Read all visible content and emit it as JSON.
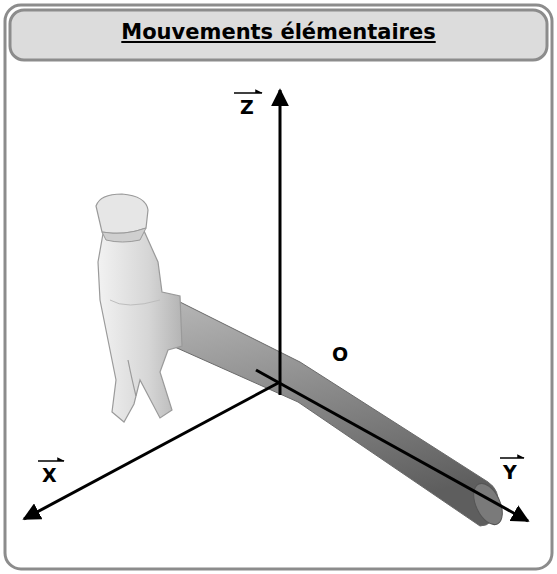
{
  "diagram": {
    "title": "Mouvements élémentaires",
    "labels": [
      "Z",
      "O",
      "X",
      "Y"
    ]
  }
}
